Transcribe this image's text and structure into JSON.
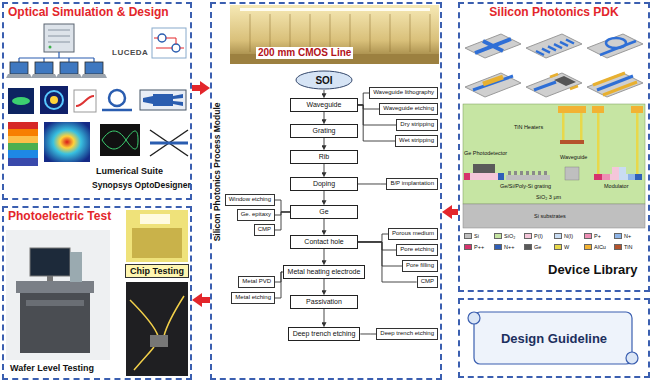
{
  "diagram": {
    "nodes": [
      {
        "text": [
          "Optical Simulation & Design"
        ]
      },
      {
        "text": [
          "Photoelectric Test"
        ]
      },
      {
        "text": [
          "Chip Testing"
        ],
        "in": 1
      },
      {
        "text": [
          "Silicon Photonics Process Module"
        ]
      },
      {
        "text": [
          "SOI"
        ],
        "in": 3
      },
      {
        "text": [
          "Waveguide"
        ],
        "in": 3
      },
      {
        "text": [
          "Grating"
        ],
        "in": 3
      },
      {
        "text": [
          "Rib"
        ],
        "in": 3
      },
      {
        "text": [
          "Doping"
        ],
        "in": 3
      },
      {
        "text": [
          "Ge"
        ],
        "in": 3
      },
      {
        "text": [
          "Contact hole"
        ],
        "in": 3
      },
      {
        "text": [
          "Metal heating electrode"
        ],
        "in": 3
      },
      {
        "text": [
          "Passivation"
        ],
        "in": 3
      },
      {
        "text": [
          "Deep trench etching"
        ],
        "in": 3
      },
      {
        "text": [
          "Waveguide lithography"
        ],
        "in": 3
      },
      {
        "text": [
          "Waveguide etching"
        ],
        "in": 3
      },
      {
        "text": [
          "Dry stripping"
        ],
        "in": 3
      },
      {
        "text": [
          "Wet stripping"
        ],
        "in": 3
      },
      {
        "text": [
          "B/P implantation"
        ],
        "in": 3
      },
      {
        "text": [
          "Porous medium"
        ],
        "in": 3
      },
      {
        "text": [
          "Pore etching"
        ],
        "in": 3
      },
      {
        "text": [
          "Pore filling"
        ],
        "in": 3
      },
      {
        "text": [
          "CMP"
        ],
        "in": 3
      },
      {
        "text": [
          "Deep trench etching"
        ],
        "in": 3
      },
      {
        "text": [
          "Window etching"
        ],
        "in": 3
      },
      {
        "text": [
          "Ge. epitaxy"
        ],
        "in": 3
      },
      {
        "text": [
          "CMP"
        ],
        "in": 3
      },
      {
        "text": [
          "Metal PVD"
        ],
        "in": 3
      },
      {
        "text": [
          "Metal etching"
        ],
        "in": 3
      },
      {
        "text": [
          "Silicon Photonics PDK"
        ]
      },
      {
        "text": [
          "Design Guideline"
        ]
      }
    ],
    "edges": [
      {
        "from": 0,
        "to": 3,
        "arrow": "to"
      },
      {
        "from": 29,
        "to": 3,
        "arrow": "to"
      },
      {
        "from": 3,
        "to": 1,
        "arrow": "to"
      },
      {
        "from": 4,
        "to": 5,
        "arrow": "to"
      },
      {
        "from": 5,
        "to": 6,
        "arrow": "to"
      },
      {
        "from": 6,
        "to": 7,
        "arrow": "to"
      },
      {
        "from": 7,
        "to": 8,
        "arrow": "to"
      },
      {
        "from": 8,
        "to": 9,
        "arrow": "to"
      },
      {
        "from": 9,
        "to": 10,
        "arrow": "to"
      },
      {
        "from": 10,
        "to": 11,
        "arrow": "to"
      },
      {
        "from": 11,
        "to": 12,
        "arrow": "to"
      },
      {
        "from": 12,
        "to": 13,
        "arrow": "to"
      },
      {
        "from": 5,
        "to": 14,
        "arrow": "none"
      },
      {
        "from": 5,
        "to": 15,
        "arrow": "none"
      },
      {
        "from": 5,
        "to": 16,
        "arrow": "none"
      },
      {
        "from": 5,
        "to": 17,
        "arrow": "none"
      },
      {
        "from": 8,
        "to": 18,
        "arrow": "none"
      },
      {
        "from": 10,
        "to": 19,
        "arrow": "none"
      },
      {
        "from": 10,
        "to": 20,
        "arrow": "none"
      },
      {
        "from": 10,
        "to": 21,
        "arrow": "none"
      },
      {
        "from": 10,
        "to": 22,
        "arrow": "none"
      },
      {
        "from": 13,
        "to": 23,
        "arrow": "none"
      },
      {
        "from": 24,
        "to": 9,
        "arrow": "none"
      },
      {
        "from": 25,
        "to": 9,
        "arrow": "none"
      },
      {
        "from": 26,
        "to": 9,
        "arrow": "none"
      },
      {
        "from": 27,
        "to": 11,
        "arrow": "none"
      },
      {
        "from": 28,
        "to": 11,
        "arrow": "none"
      }
    ],
    "labels": [
      "LUCEDA",
      "Lumerical Suite",
      "Synopsys OptoDesigner",
      "Wafer Level Testing",
      "200 mm CMOS Line",
      "TiN Heaters",
      "Ge Photodetector",
      "Ge/Si/Poly-Si grating",
      "Waveguide",
      "Modulator",
      "SiO₂ 3 μm",
      "Si substrates",
      "Device Library"
    ],
    "legend": [
      {
        "text": "Si",
        "color": "#bfbfbf"
      },
      {
        "text": "SiO₂",
        "color": "#c6e5a3"
      },
      {
        "text": "P(I)",
        "color": "#f4c6d9"
      },
      {
        "text": "N(I)",
        "color": "#c9dcf2"
      },
      {
        "text": "P+",
        "color": "#ee8fb5"
      },
      {
        "text": "N+",
        "color": "#8fb5e8"
      },
      {
        "text": "P++",
        "color": "#d6336c"
      },
      {
        "text": "N++",
        "color": "#2f5fb8"
      },
      {
        "text": "Ge",
        "color": "#5a5a5a"
      },
      {
        "text": "W",
        "color": "#e8d84a"
      },
      {
        "text": "AlCu",
        "color": "#f2b233"
      },
      {
        "text": "TiN",
        "color": "#b5532c"
      }
    ]
  }
}
